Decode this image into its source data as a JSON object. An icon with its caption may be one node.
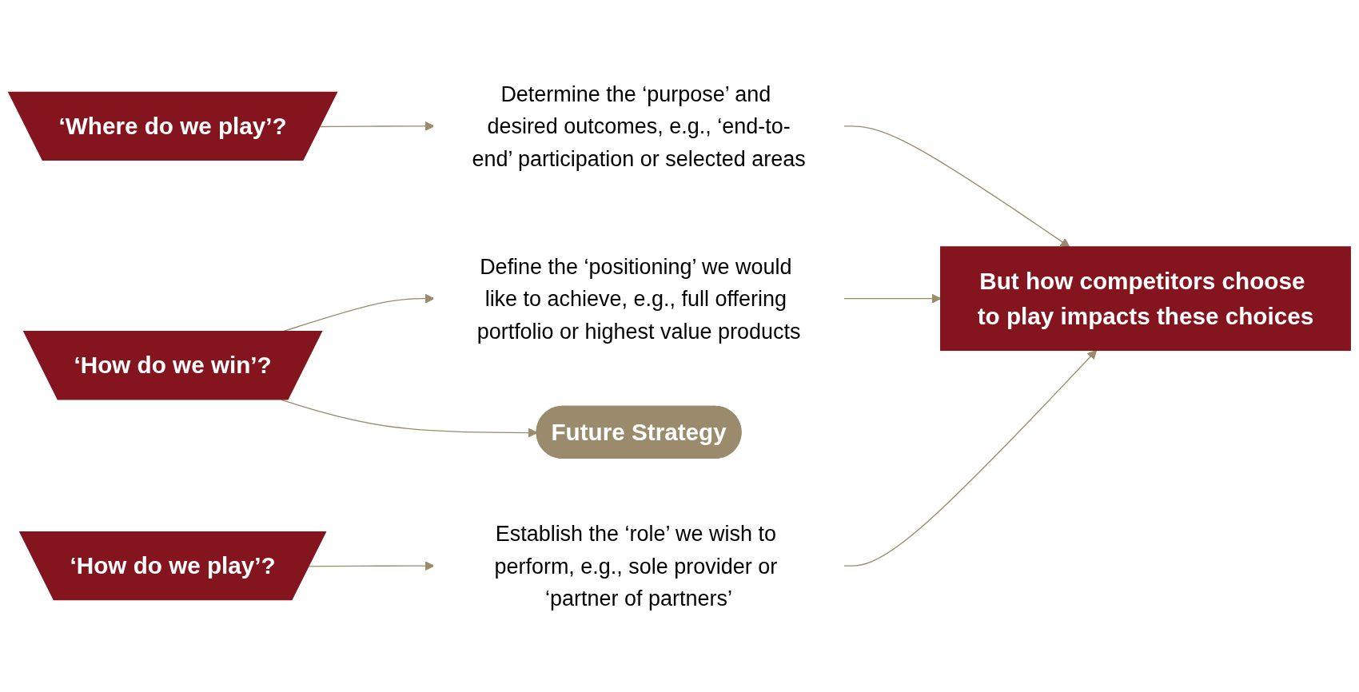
{
  "diagram": {
    "nodes": [
      {
        "text": [
          "‘Where do we play’?"
        ]
      },
      {
        "text": [
          "‘How do we play’?"
        ]
      },
      {
        "text": [
          "‘How do we win’?"
        ]
      },
      {
        "text": [
          "Future Strategy"
        ]
      },
      {
        "text": [
          "Determine the ‘purpose’ and desired outcomes, e.g., ‘end-to-end’ participation or selected areas"
        ]
      },
      {
        "text": [
          "Establish the ‘role’ we wish to perform, e.g., sole provider or ‘partner of partners’"
        ]
      },
      {
        "text": [
          "Define the ‘positioning’ we would like to achieve, e.g., full offering portfolio or highest value products"
        ]
      },
      {
        "text": [
          "But how competitors choose to play impacts these choices"
        ]
      }
    ],
    "edges": [
      {
        "from": 0,
        "to": 4,
        "arrow": "to"
      },
      {
        "from": 1,
        "to": 5,
        "arrow": "to"
      },
      {
        "from": 2,
        "to": 6,
        "arrow": "to"
      },
      {
        "from": 2,
        "to": 3,
        "arrow": "to"
      },
      {
        "from": 4,
        "to": 7,
        "arrow": "to"
      },
      {
        "from": 5,
        "to": 7,
        "arrow": "to"
      },
      {
        "from": 6,
        "to": 7,
        "arrow": "to"
      }
    ]
  }
}
